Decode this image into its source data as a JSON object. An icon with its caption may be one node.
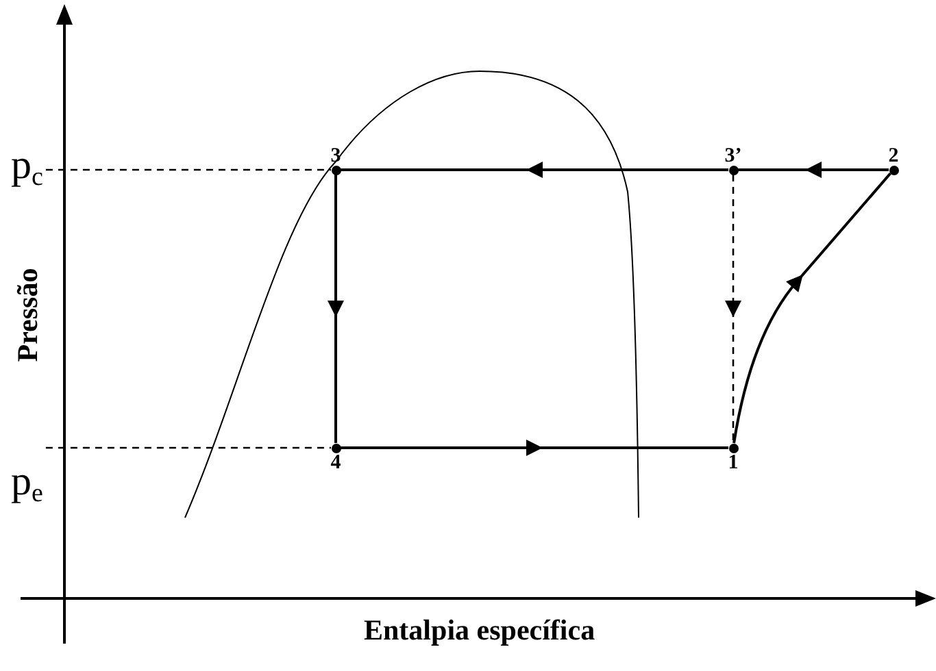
{
  "diagram": {
    "nodes": [
      {
        "text": [
          "p$_{c}$"
        ]
      },
      {
        "text": [
          "p$_{e}$"
        ]
      },
      {
        "text": [
          "3"
        ]
      },
      {
        "text": [
          "3’"
        ]
      },
      {
        "text": [
          "2"
        ]
      },
      {
        "text": [
          "4"
        ]
      },
      {
        "text": [
          "1"
        ]
      }
    ],
    "edges": [
      {
        "from": 4,
        "to": 3,
        "arrow": "to"
      },
      {
        "from": 3,
        "to": 2,
        "arrow": "to"
      },
      {
        "from": 2,
        "to": 5,
        "arrow": "to"
      },
      {
        "from": 5,
        "to": 6,
        "arrow": "to"
      },
      {
        "from": 6,
        "to": 4,
        "arrow": "to"
      },
      {
        "from": 3,
        "to": 6,
        "arrow": "to",
        "style": "dashed"
      },
      {
        "from": 0,
        "to": 2,
        "arrow": "none",
        "style": "dashed"
      },
      {
        "from": 1,
        "to": 5,
        "arrow": "none",
        "style": "dashed"
      }
    ],
    "labels": [
      "Pressão",
      "Entalpia específica"
    ]
  }
}
